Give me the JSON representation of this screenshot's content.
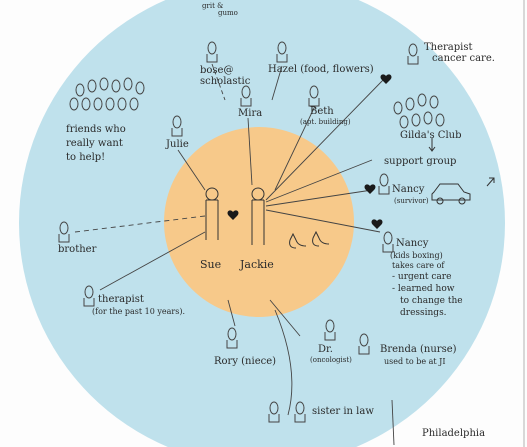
{
  "center": {
    "people": [
      "Sue",
      "Jackie"
    ]
  },
  "nodes": {
    "mira": "Mira",
    "bose": [
      "bose@",
      "scholastic"
    ],
    "hazel": "Hazel (food, flowers)",
    "beth": [
      "Beth",
      "(apt. building)"
    ],
    "therapist_cancer": [
      "Therapist",
      "cancer care."
    ],
    "gildas": "Gilda's Club",
    "support_group": "support group",
    "nancy1": [
      "Nancy",
      "(survivor)"
    ],
    "nancy2": [
      "Nancy",
      "(kids boxing)",
      "takes care of"
    ],
    "nancy2_notes": [
      "- urgent care",
      "- learned how",
      "to change the",
      "dressings."
    ],
    "julie": "Julie",
    "friends": [
      "friends who",
      "really want",
      "to help!"
    ],
    "brother": "brother",
    "therapist_past": [
      "therapist",
      "(for the past 10 years)."
    ],
    "rory": "Rory (niece)",
    "dr": [
      "Dr.",
      "(oncologist)"
    ],
    "brenda": [
      "Brenda (nurse)",
      "used to be at JI"
    ],
    "sister_in_law": "sister in law",
    "philadelphia": "Philadelphia",
    "top_note": [
      "grit &",
      "gumo"
    ]
  },
  "colors": {
    "outer_ring": "#bfe1ec",
    "inner_circle": "#f7c98a",
    "ink": "#2a2a2a",
    "heart": "#1a1a1a"
  },
  "icons": [
    "person-icon",
    "heart-icon",
    "cat-icon",
    "car-icon",
    "arrow-icon"
  ]
}
